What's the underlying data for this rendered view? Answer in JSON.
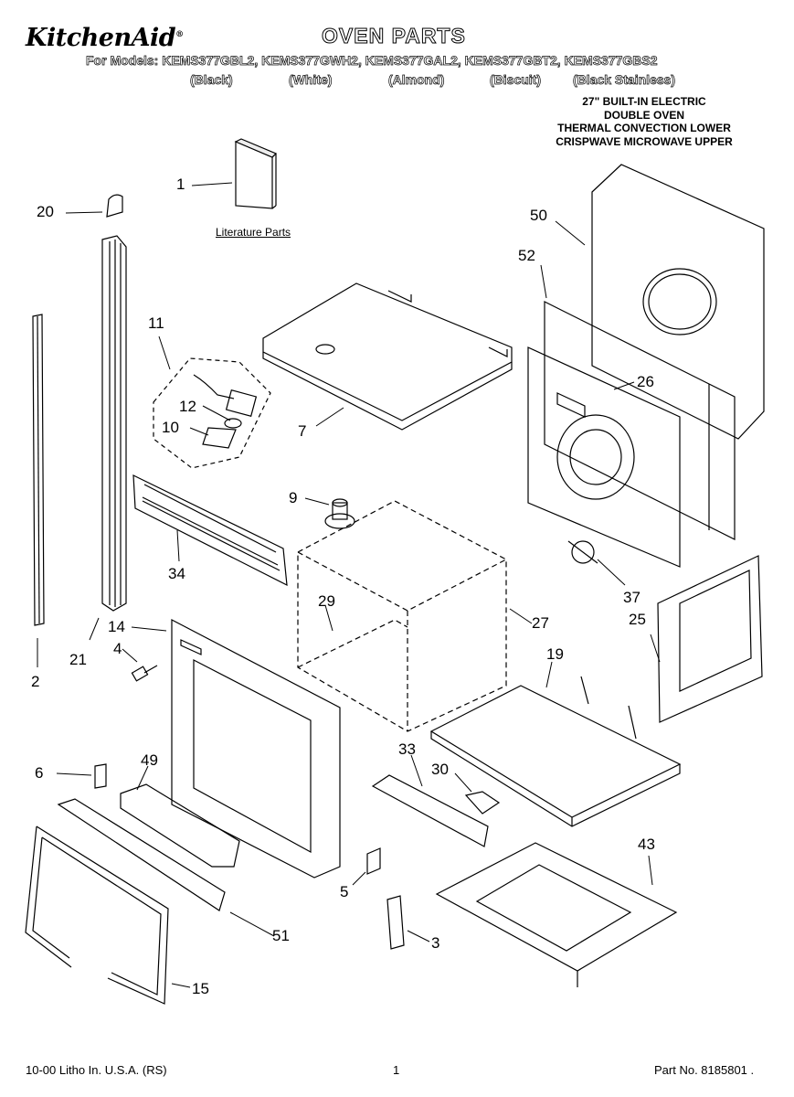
{
  "header": {
    "brand": "KitchenAid",
    "title": "OVEN PARTS",
    "models_line": "For Models: KEMS377GBL2, KEMS377GWH2, KEMS377GAL2, KEMS377GBT2, KEMS377GBS2",
    "colors": [
      "(Black)",
      "(White)",
      "(Almond)",
      "(Biscuit)",
      "(Black Stainless)"
    ],
    "description": [
      "27\" BUILT-IN ELECTRIC",
      "DOUBLE OVEN",
      "THERMAL CONVECTION LOWER",
      "CRISPWAVE MICROWAVE UPPER"
    ]
  },
  "literature_label": "Literature Parts",
  "callouts": [
    "1",
    "20",
    "50",
    "52",
    "11",
    "12",
    "10",
    "7",
    "26",
    "9",
    "34",
    "29",
    "27",
    "37",
    "14",
    "25",
    "4",
    "21",
    "2",
    "19",
    "6",
    "49",
    "33",
    "30",
    "43",
    "5",
    "51",
    "3",
    "15"
  ],
  "footer": {
    "left": "10-00 Litho In. U.S.A. (RS)",
    "page": "1",
    "part_no": "Part No. 8185801 ."
  }
}
